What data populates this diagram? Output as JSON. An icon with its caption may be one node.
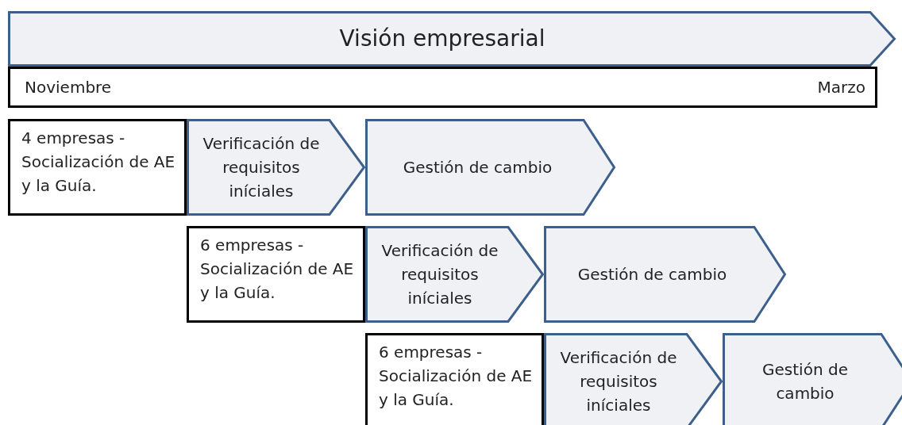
{
  "diagram": {
    "nodes": [
      {
        "text": [
          "Visión empresarial"
        ]
      },
      {
        "text": [
          "Noviembre",
          "Marzo"
        ]
      },
      {
        "text": [
          "4 empresas - Socialización de AE y la Guía."
        ]
      },
      {
        "text": [
          "Verificación de requisitos iníciales"
        ]
      },
      {
        "text": [
          "Gestión de cambio"
        ]
      },
      {
        "text": [
          "6 empresas - Socialización de AE y la Guía."
        ]
      },
      {
        "text": [
          "Verificación de requisitos iníciales"
        ]
      },
      {
        "text": [
          "Gestión de cambio"
        ]
      },
      {
        "text": [
          "6 empresas - Socialización de AE y la Guía."
        ]
      },
      {
        "text": [
          "Verificación de requisitos iníciales"
        ]
      },
      {
        "text": [
          "Gestión de cambio"
        ]
      }
    ]
  }
}
